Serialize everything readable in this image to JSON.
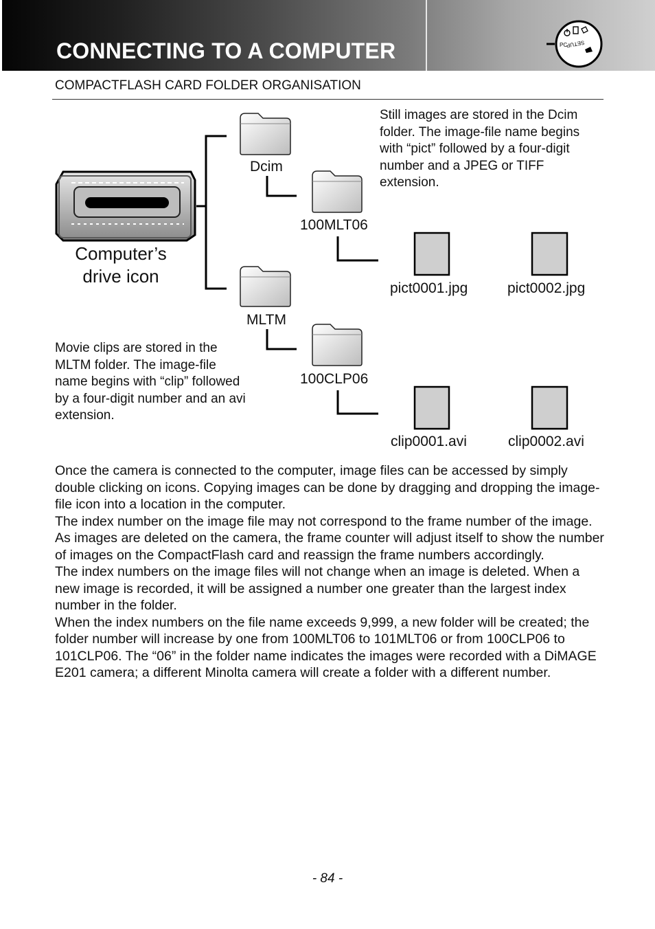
{
  "header": {
    "title": "CONNECTING TO A COMPUTER",
    "mode_dial": {
      "labels": [
        "PC",
        "SETUP"
      ]
    }
  },
  "section": {
    "title": "COMPACTFLASH CARD FOLDER ORGANISATION"
  },
  "diagram": {
    "drive_caption_line1": "Computer’s",
    "drive_caption_line2": "drive icon",
    "folders": {
      "dcim": "Dcim",
      "mlt": "100MLT06",
      "mltm": "MLTM",
      "clp": "100CLP06"
    },
    "files": {
      "image1": "pict0001.jpg",
      "image2": "pict0002.jpg",
      "movie1": "clip0001.avi",
      "movie2": "clip0002.avi"
    },
    "still_note": [
      "Still images are stored in the Dcim",
      "folder. The image-file name begins",
      "with “pict” followed by a four-digit",
      "number and a JPEG or TIFF",
      "extension."
    ],
    "movie_note": [
      "Movie clips are stored in the",
      "MLTM folder. The image-file",
      "name begins with “clip” followed",
      "by a four-digit number and an avi",
      "extension."
    ]
  },
  "body": {
    "paragraphs": [
      "Once the camera is connected to the computer, image files can be accessed by simply double clicking on icons. Copying images can be done by dragging and dropping the image-file icon into a location in the computer.",
      "The index number on the image file may not correspond to the frame number of the image. As images are deleted on the camera, the frame counter will adjust itself to show the number of images on the CompactFlash card and reassign the frame numbers accordingly.",
      "The index numbers on the image files will not change when an image is deleted. When a new image is recorded, it will be assigned a number one greater than the largest index number in the folder.",
      "When the index numbers on the file name exceeds 9,999, a new folder will be created; the folder number will increase by one from 100MLT06 to 101MLT06 or from 100CLP06 to 101CLP06. The “06” in the folder name indicates the images were recorded with a DiMAGE E201 camera; a different Minolta camera will create a folder with a different number."
    ]
  },
  "footer": {
    "page_number": "- 84 -"
  }
}
